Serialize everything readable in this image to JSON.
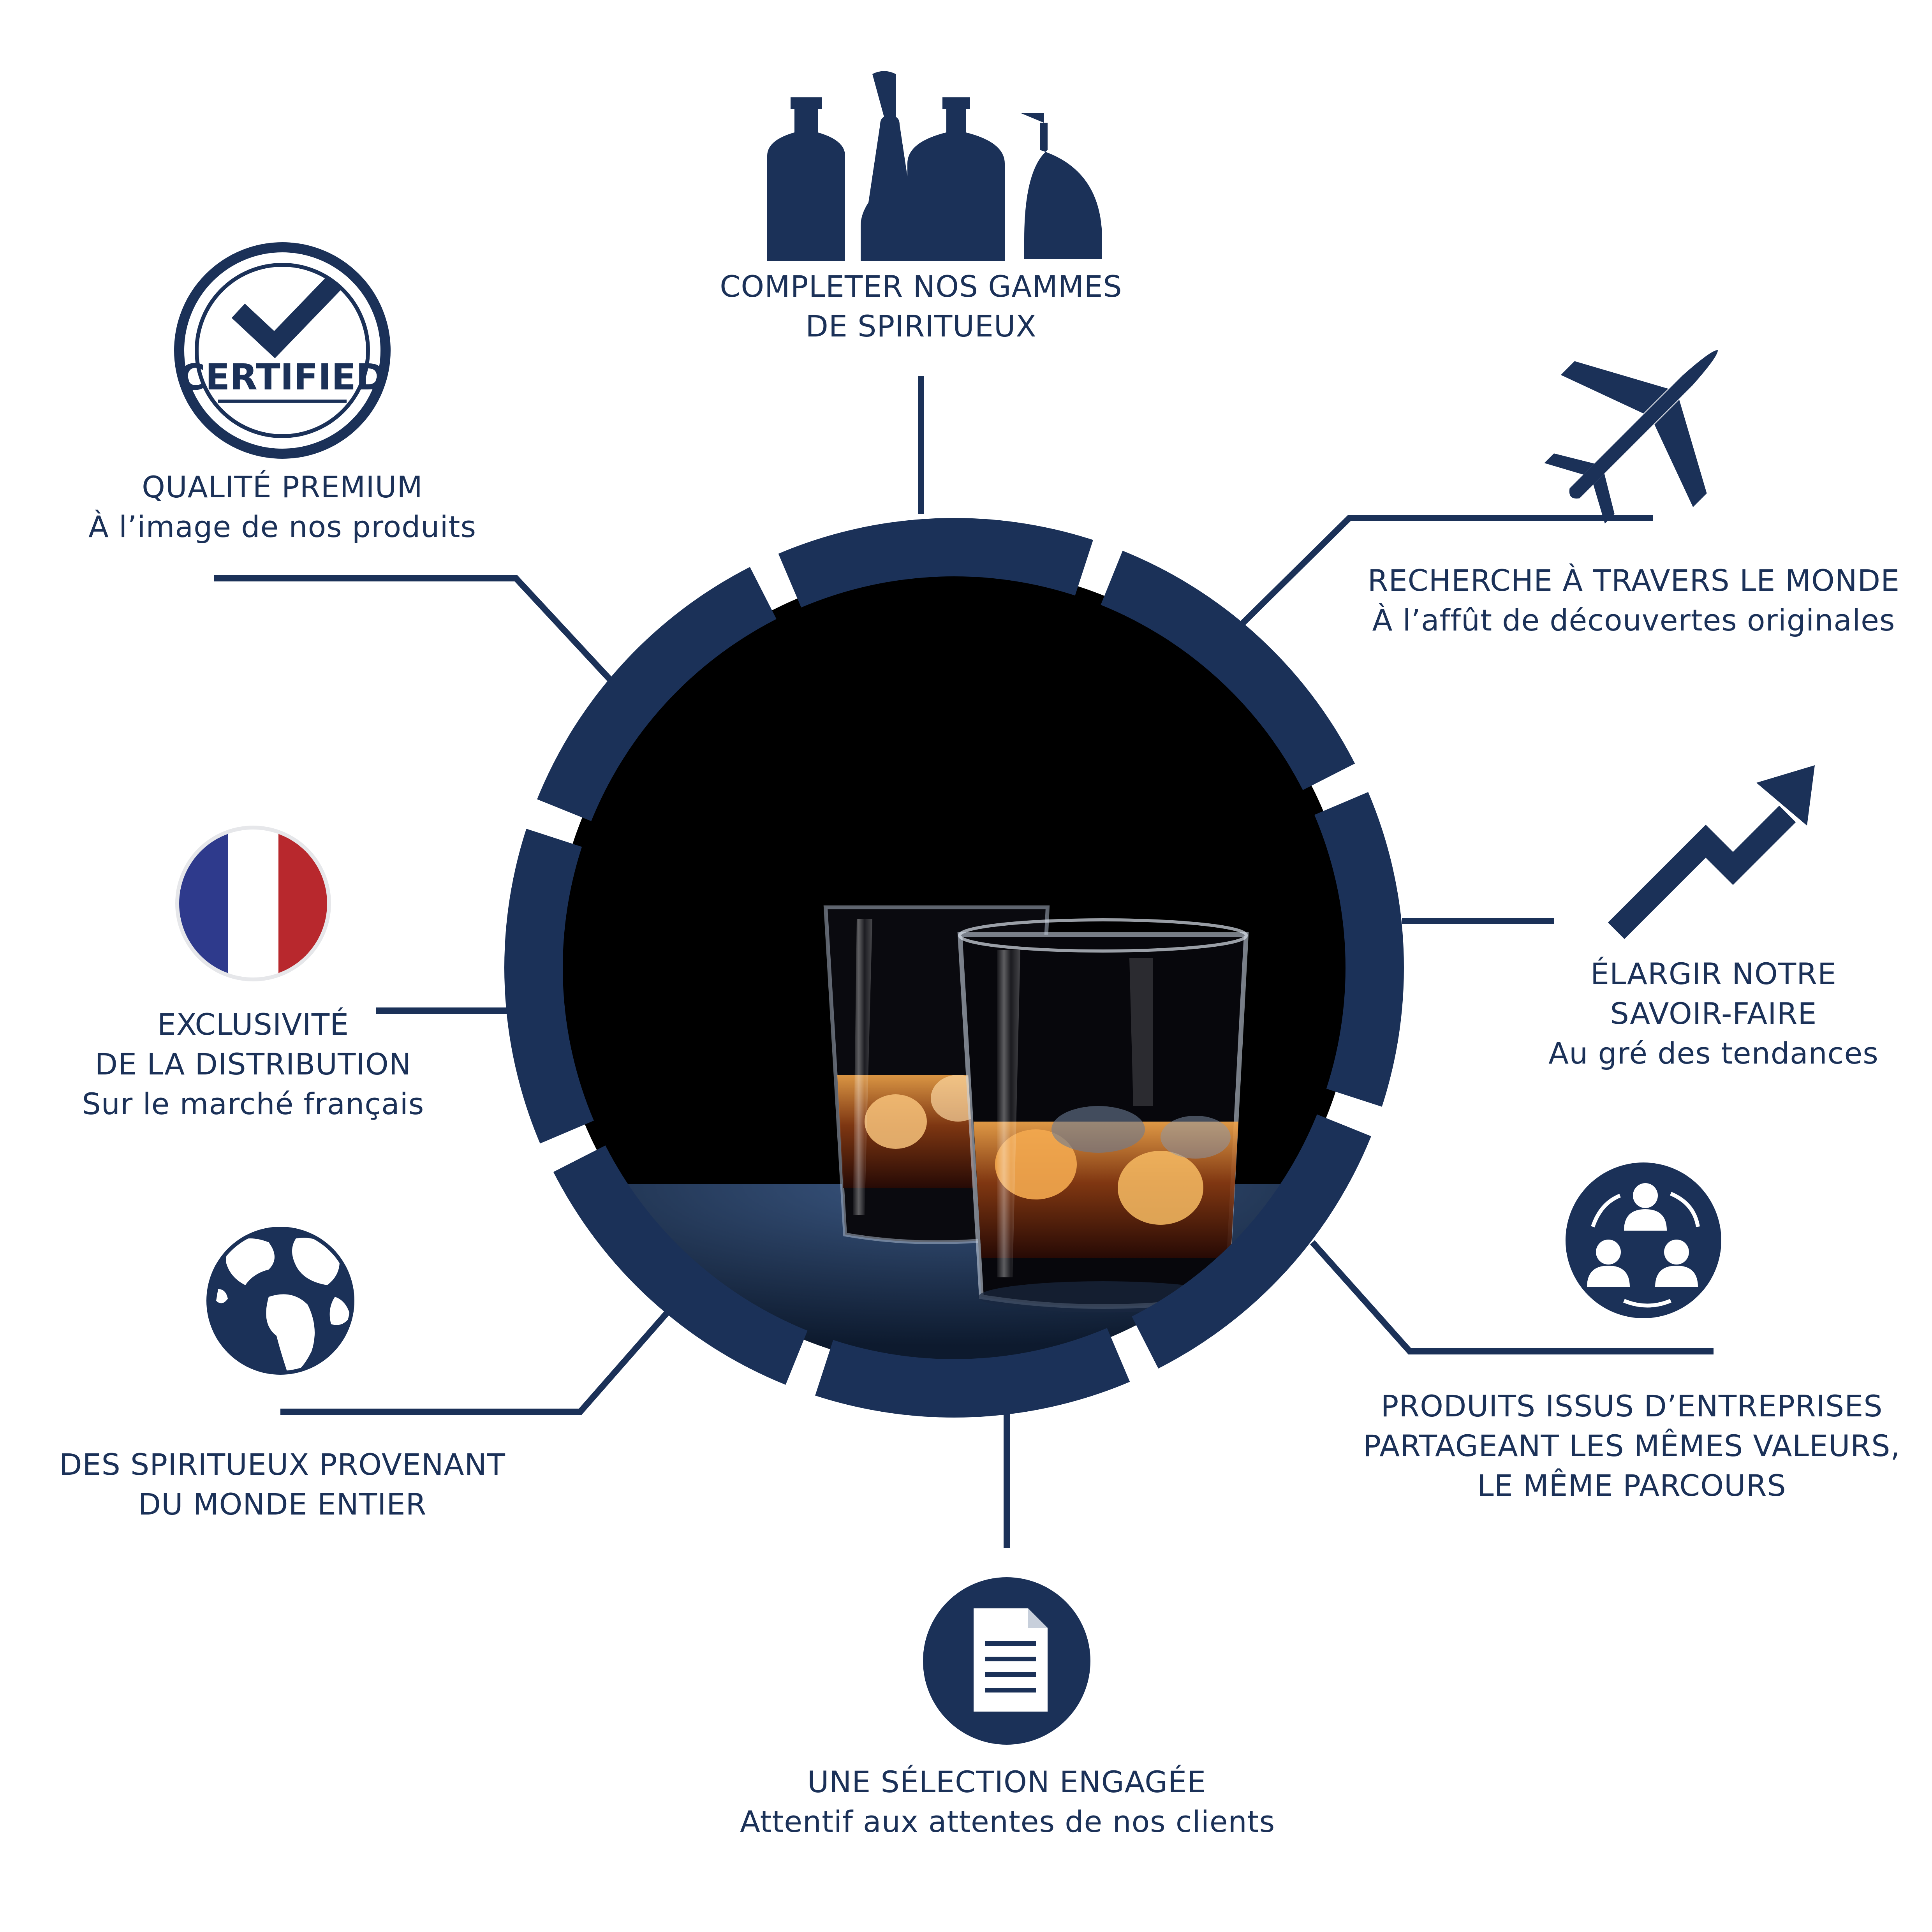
{
  "colors": {
    "navy": "#1b3158",
    "photo_bg": "#000000",
    "flag_blue": "#2e3a8c",
    "flag_red": "#b8282d"
  },
  "center_photo": {
    "icon": "whisky-glasses-photo"
  },
  "features": [
    {
      "id": "top",
      "icon": "bottles-icon",
      "lines": [
        "COMPLETER NOS GAMMES",
        "DE SPIRITUEUX"
      ],
      "subtitle": ""
    },
    {
      "id": "top-right",
      "icon": "airplane-icon",
      "lines": [
        "RECHERCHE À TRAVERS LE MONDE"
      ],
      "subtitle": "À l’affût de découvertes originales"
    },
    {
      "id": "right",
      "icon": "growth-arrow-icon",
      "lines": [
        "ÉLARGIR NOTRE",
        "SAVOIR-FAIRE"
      ],
      "subtitle": "Au gré des tendances"
    },
    {
      "id": "bottom-right",
      "icon": "people-network-icon",
      "lines": [
        "PRODUITS ISSUS D’ENTREPRISES",
        "PARTAGEANT LES MÊMES VALEURS,",
        "LE MÊME PARCOURS"
      ],
      "subtitle": ""
    },
    {
      "id": "bottom",
      "icon": "document-icon",
      "lines": [
        "UNE SÉLECTION ENGAGÉE"
      ],
      "subtitle": "Attentif aux attentes de nos clients"
    },
    {
      "id": "bottom-left",
      "icon": "globe-icon",
      "lines": [
        "DES SPIRITUEUX PROVENANT",
        "DU MONDE ENTIER"
      ],
      "subtitle": ""
    },
    {
      "id": "left",
      "icon": "france-flag-icon",
      "lines": [
        "EXCLUSIVITÉ",
        "DE LA DISTRIBUTION"
      ],
      "subtitle": "Sur le marché français"
    },
    {
      "id": "top-left",
      "icon": "certified-stamp-icon",
      "lines": [
        "QUALITÉ PREMIUM"
      ],
      "subtitle": "À l’image de nos produits",
      "stamp_text": "CERTIFIED"
    }
  ]
}
